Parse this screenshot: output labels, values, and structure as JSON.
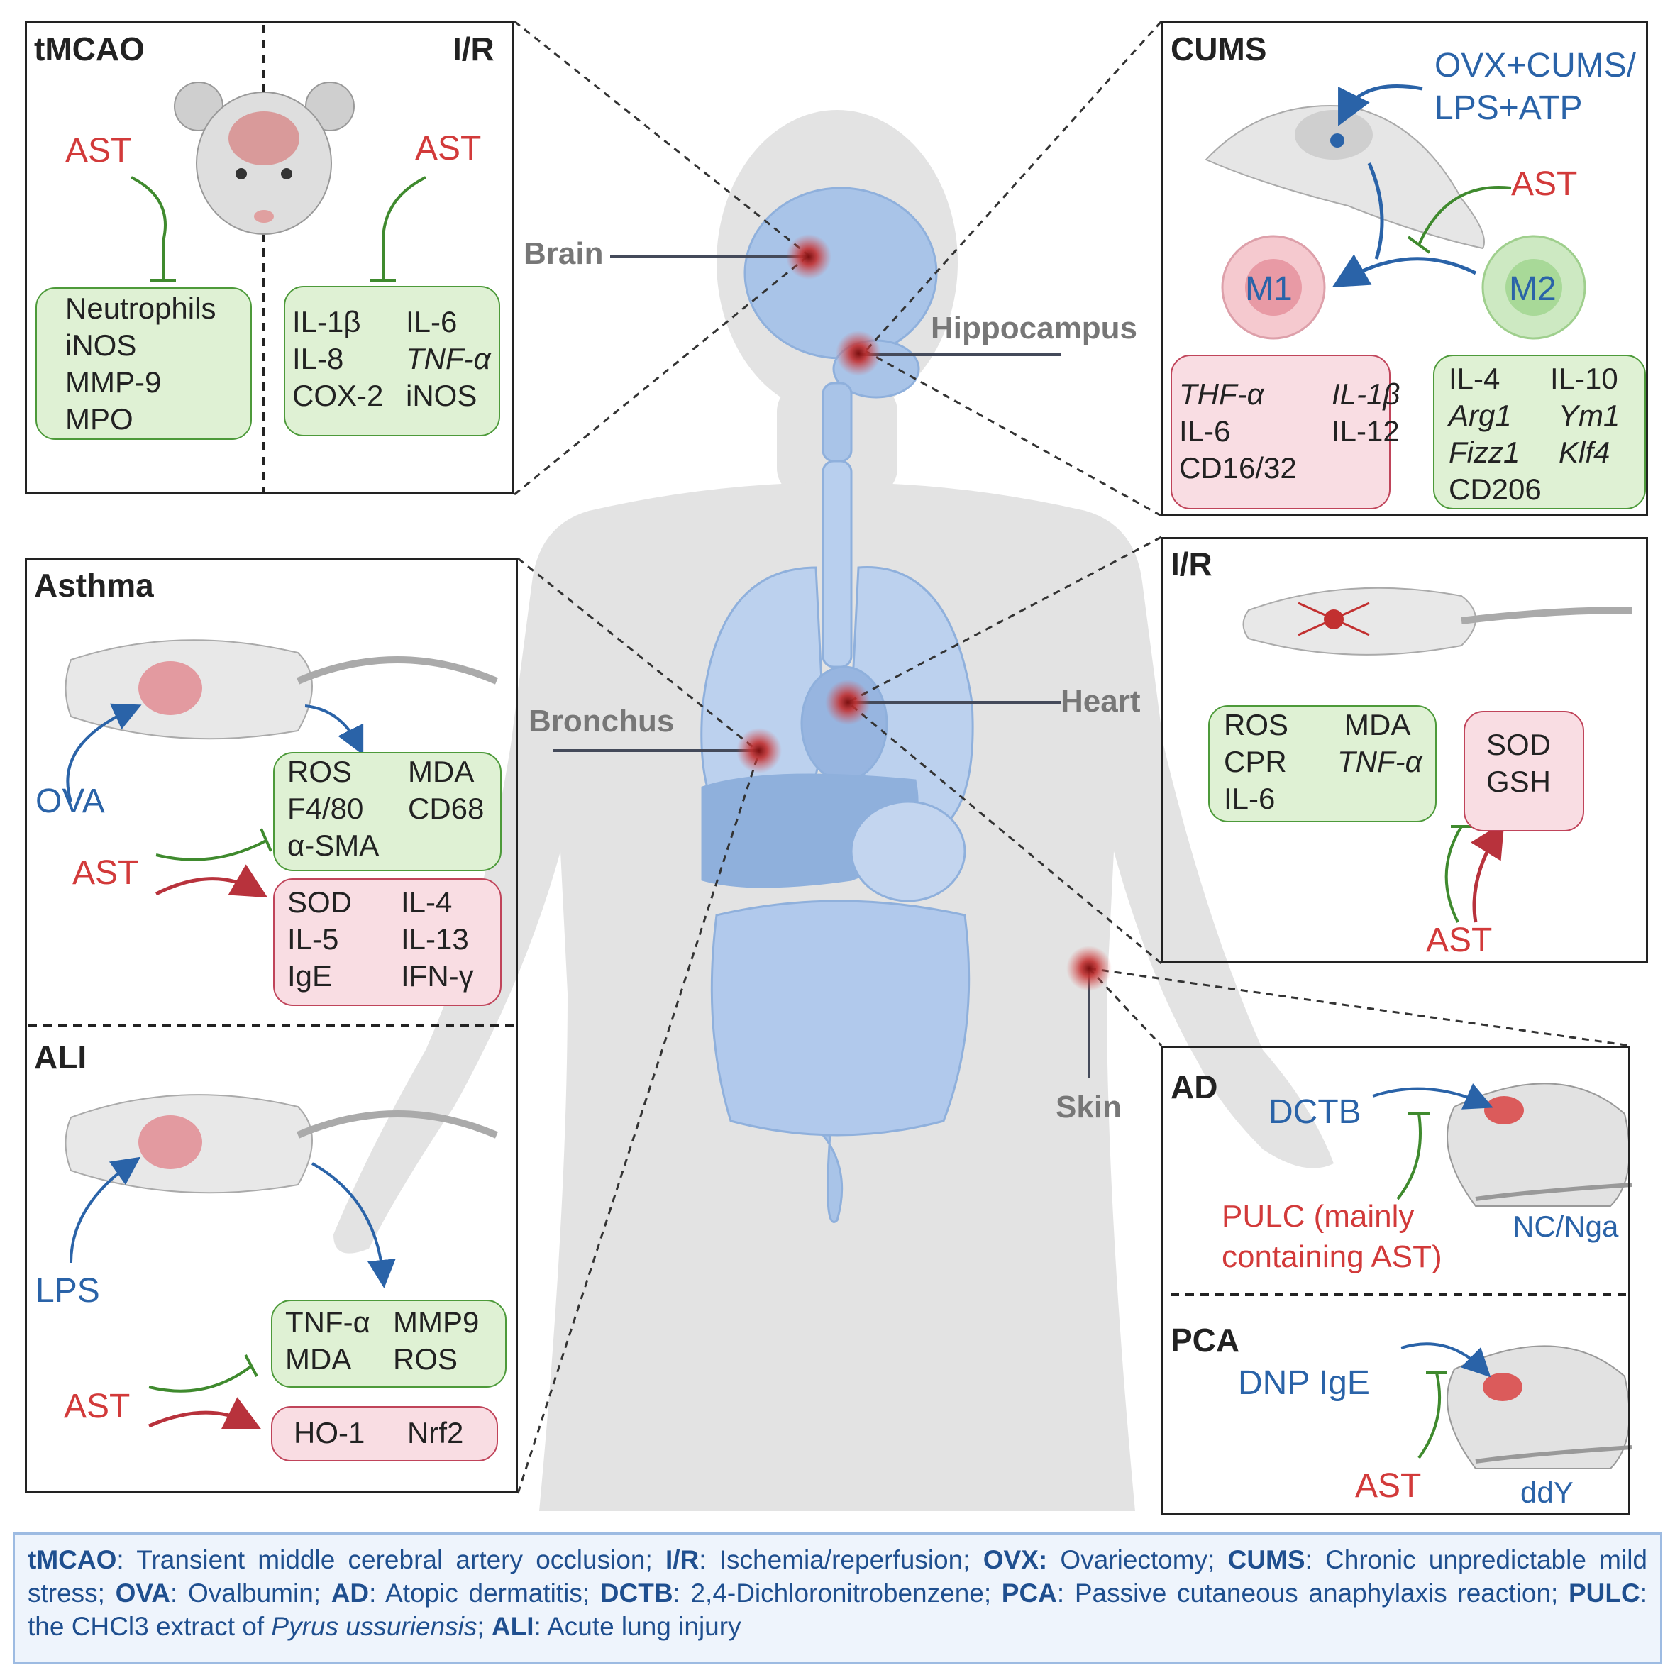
{
  "organs": {
    "brain": "Brain",
    "hippocampus": "Hippocampus",
    "bronchus": "Bronchus",
    "heart": "Heart",
    "skin": "Skin"
  },
  "panel_tmcao": {
    "title_left": "tMCAO",
    "title_right": "I/R",
    "ast_left": "AST",
    "ast_right": "AST",
    "left_box": [
      "Neutrophils",
      "iNOS",
      "MMP-9",
      "MPO"
    ],
    "right_box": [
      "IL-1β",
      "IL-6",
      "IL-8",
      "TNF-α",
      "COX-2",
      "iNOS"
    ]
  },
  "panel_cums": {
    "title": "CUMS",
    "inducer_line1": "OVX+CUMS/",
    "inducer_line2": "LPS+ATP",
    "ast": "AST",
    "m1": "M1",
    "m2": "M2",
    "m1_box": [
      "THF-α",
      "IL-1β",
      "IL-6",
      "IL-12",
      "CD16/32"
    ],
    "m2_box": [
      "IL-4",
      "IL-10",
      "Arg1",
      "Ym1",
      "Fizz1",
      "Klf4",
      "CD206"
    ]
  },
  "panel_asthma": {
    "title": "Asthma",
    "inducer": "OVA",
    "ast": "AST",
    "green_box": [
      "ROS",
      "MDA",
      "F4/80",
      "CD68",
      "α-SMA"
    ],
    "pink_box": [
      "SOD",
      "IL-4",
      "IL-5",
      "IL-13",
      "IgE",
      "IFN-γ"
    ]
  },
  "panel_ali": {
    "title": "ALI",
    "inducer": "LPS",
    "ast": "AST",
    "green_box": [
      "TNF-α",
      "MMP9",
      "MDA",
      "ROS"
    ],
    "pink_box": [
      "HO-1",
      "Nrf2"
    ]
  },
  "panel_heart": {
    "title": "I/R",
    "ast": "AST",
    "green_box": [
      "ROS",
      "MDA",
      "CPR",
      "TNF-α",
      "IL-6"
    ],
    "pink_box": [
      "SOD",
      "GSH"
    ]
  },
  "panel_ad": {
    "title": "AD",
    "inducer": "DCTB",
    "treatment_line1": "PULC (mainly",
    "treatment_line2": "containing AST)",
    "strain": "NC/Nga"
  },
  "panel_pca": {
    "title": "PCA",
    "inducer": "DNP IgE",
    "ast": "AST",
    "strain": "ddY"
  },
  "legend": [
    {
      "term": "tMCAO",
      "def": ": Transient middle cerebral artery occlusion; "
    },
    {
      "term": "I/R",
      "def": ": Ischemia/reperfusion; "
    },
    {
      "term": "OVX:",
      "def": " Ovariectomy; "
    },
    {
      "term": "CUMS",
      "def": ": Chronic unpredictable mild stress; "
    },
    {
      "term": "OVA",
      "def": ": Ovalbumin; "
    },
    {
      "term": "AD",
      "def": ": Atopic dermatitis; "
    },
    {
      "term": "DCTB",
      "def": ": 2,4-Dichloronitrobenzene; "
    },
    {
      "term": "PCA",
      "def": ": Passive cutaneous anaphylaxis reaction; "
    },
    {
      "term": "PULC",
      "def": ": the CHCl3 extract of "
    },
    {
      "term": "",
      "def": "Pyrus ussuriensis"
    },
    {
      "term": "",
      "def": "; "
    },
    {
      "term": "ALI",
      "def": ": Acute lung injury"
    }
  ],
  "colors": {
    "green_fill": "#dff1d4",
    "pink_fill": "#f9dde3",
    "body_grey": "#e3e3e3",
    "organ_blue": "#a9c4e8",
    "ast_red": "#d23a3a",
    "inducer_blue": "#2a63a8",
    "inhibit_green": "#3f8a2e"
  }
}
